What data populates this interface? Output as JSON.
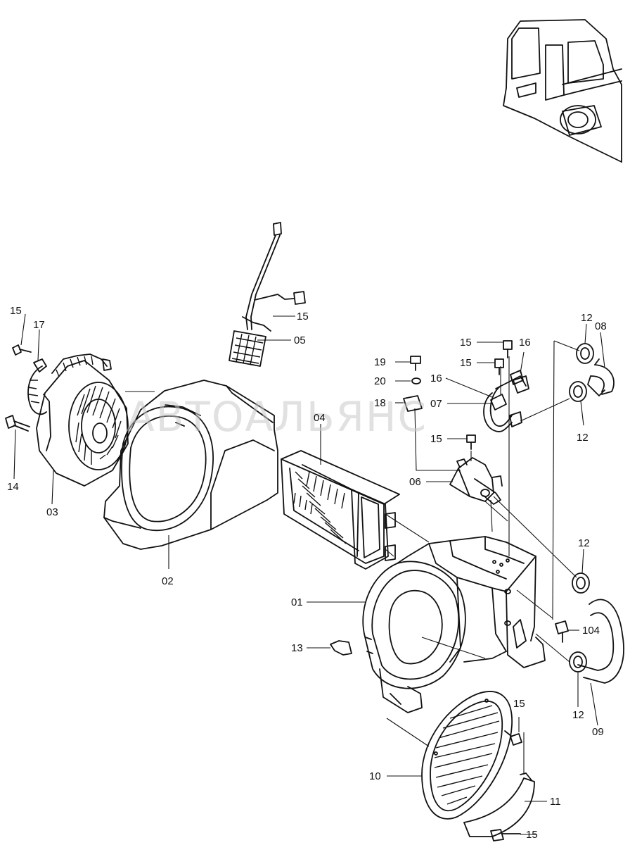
{
  "watermark": "АВТОАЛЬЯНС",
  "part_labels": {
    "l01": "01",
    "l02": "02",
    "l03": "03",
    "l04": "04",
    "l05": "05",
    "l06": "06",
    "l07": "07",
    "l08": "08",
    "l09": "09",
    "l10": "10",
    "l11": "11",
    "l12a": "12",
    "l12b": "12",
    "l12c": "12",
    "l12d": "12",
    "l13": "13",
    "l14": "14",
    "l15a": "15",
    "l15b": "15",
    "l15c": "15",
    "l15d": "15",
    "l15e": "15",
    "l15f": "15",
    "l15g": "15",
    "l16a": "16",
    "l16b": "16",
    "l17": "17",
    "l18": "18",
    "l19": "19",
    "l20": "20",
    "l104": "104"
  }
}
